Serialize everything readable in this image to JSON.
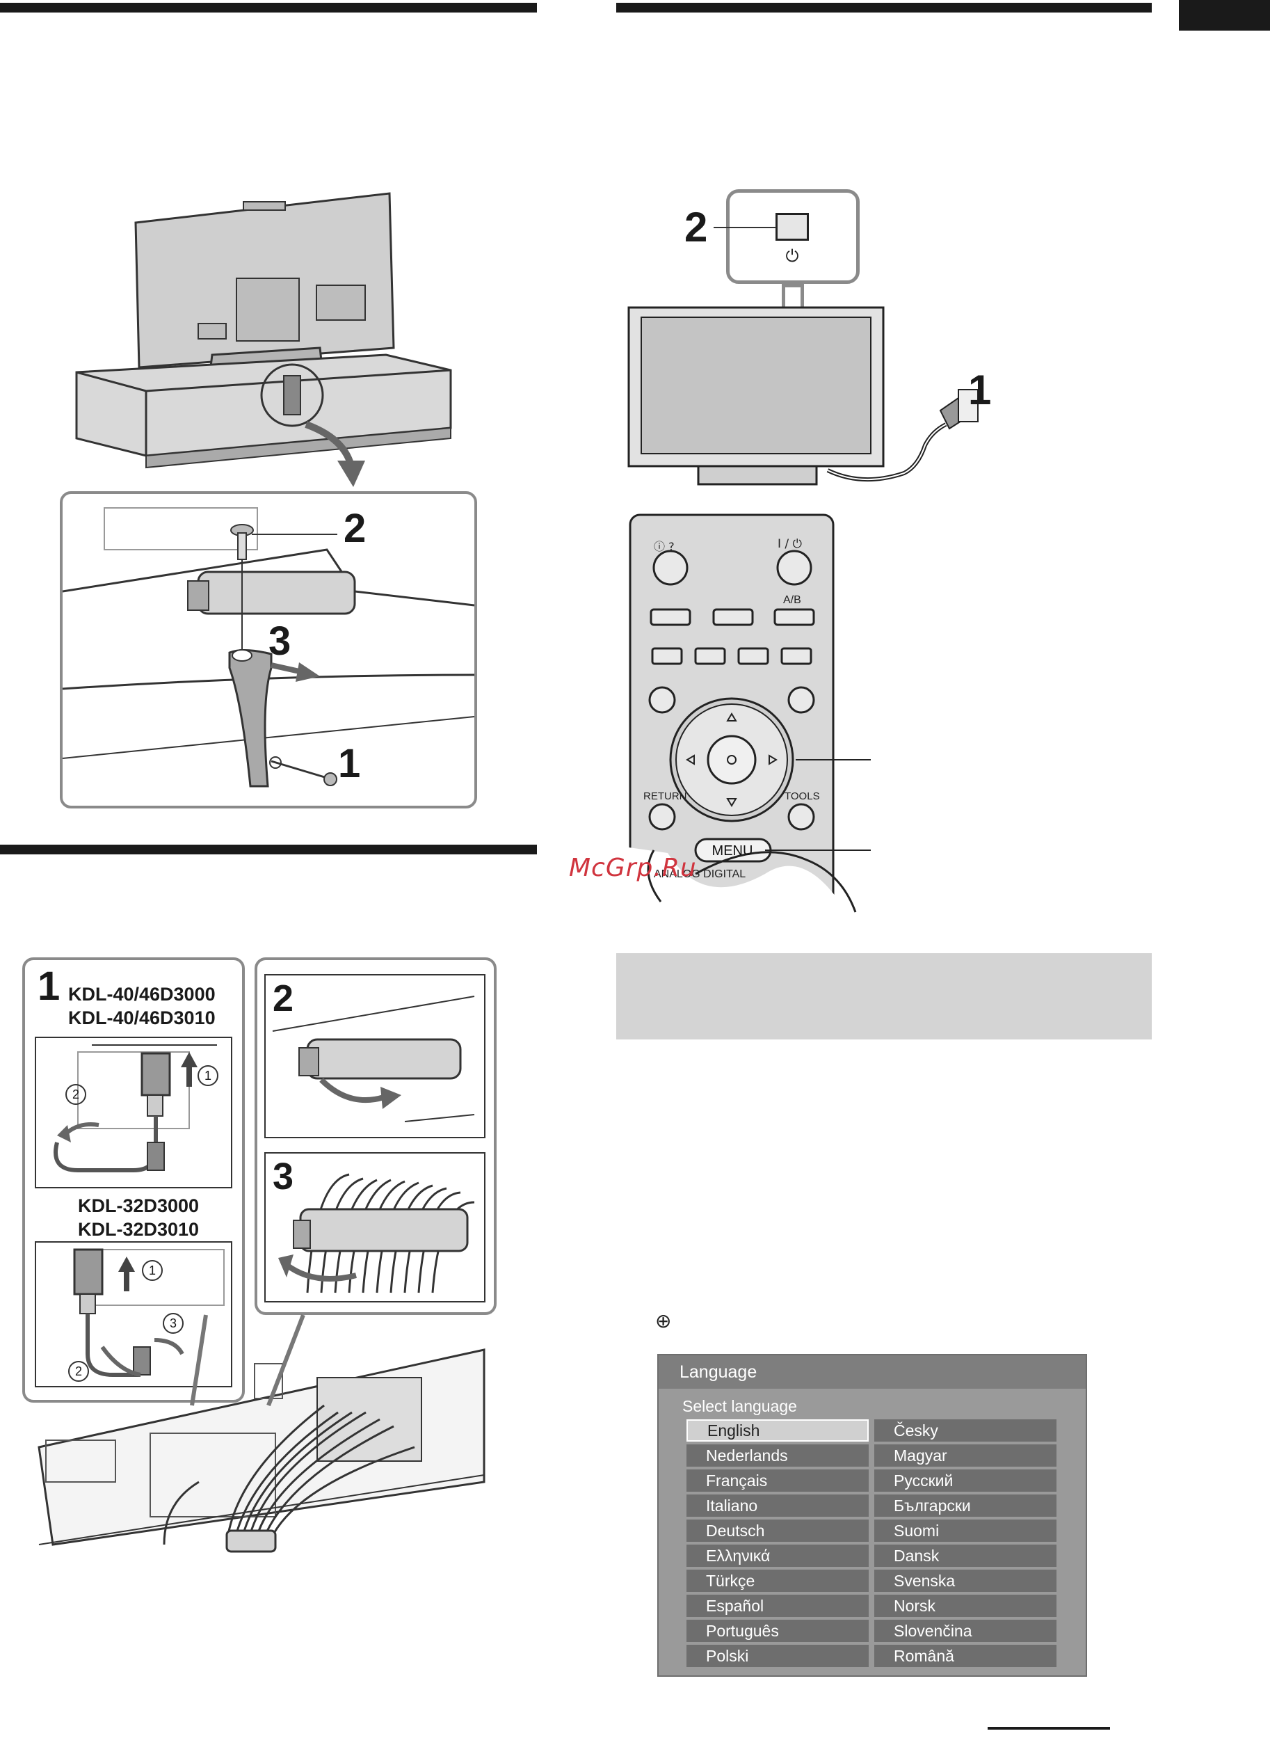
{
  "steps": {
    "stand_1": "1",
    "stand_2": "2",
    "stand_3": "3",
    "cable_1": "1",
    "cable_2": "2",
    "cable_3": "3",
    "power_1": "1",
    "power_2": "2"
  },
  "models": {
    "large_line1": "KDL-40/46D3000",
    "large_line2": "KDL-40/46D3010",
    "small_line1": "KDL-32D3000",
    "small_line2": "KDL-32D3010"
  },
  "circled": {
    "a1": "1",
    "a2": "2",
    "b1": "1",
    "b2": "2",
    "b3": "3"
  },
  "tv_button": {
    "power_symbol": "⏻"
  },
  "remote": {
    "tl_icons": "ⓘ ?",
    "power_label": "I / ⏻",
    "ab_label": "A/B",
    "return_label": "RETURN",
    "tools_label": "TOOLS",
    "menu_label": "MENU",
    "bottom_label": "ANALOG DIGITAL"
  },
  "watermark": "McGrp.Ru",
  "joystick_symbol": "⊕",
  "language_menu": {
    "title": "Language",
    "subtitle": "Select language",
    "selected": "English",
    "left": [
      "English",
      "Nederlands",
      "Français",
      "Italiano",
      "Deutsch",
      "Ελληνικά",
      "Türkçe",
      "Español",
      "Português",
      "Polski"
    ],
    "right": [
      "Česky",
      "Magyar",
      "Русский",
      "Български",
      "Suomi",
      "Dansk",
      "Svenska",
      "Norsk",
      "Slovenčina",
      "Română"
    ]
  },
  "colors": {
    "menu_bg": "#9a9a9a",
    "menu_header": "#7e7e7e",
    "menu_item": "#6e6e6e",
    "menu_selected": "#d0d0d0",
    "watermark": "#d0343e"
  }
}
